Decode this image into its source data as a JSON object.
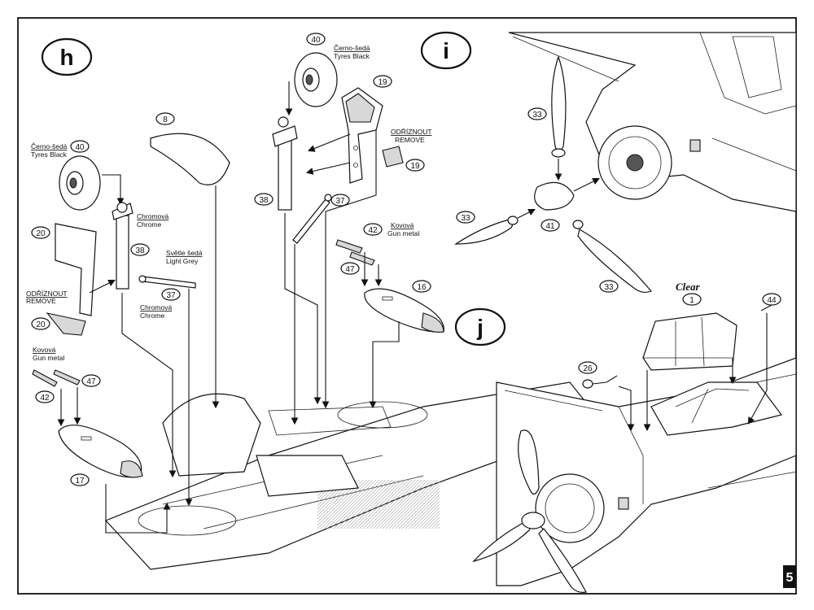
{
  "steps": {
    "h": "h",
    "i": "i",
    "j": "j"
  },
  "labels": {
    "tyres_cz": "Černo-šedá",
    "tyres_en": "Tyres Black",
    "chrome_cz": "Chromová",
    "chrome_en": "Chrome",
    "lightgrey_cz": "Světle šedá",
    "lightgrey_en": "Light Grey",
    "remove_cz": "ODŘÍZNOUT",
    "remove_en": "REMOVE",
    "gunmetal_cz": "Kovová",
    "gunmetal_en": "Gun metal",
    "clear": "Clear"
  },
  "parts": {
    "p40a": "40",
    "p40b": "40",
    "p8": "8",
    "p19a": "19",
    "p19b": "19",
    "p38a": "38",
    "p38b": "38",
    "p37a": "37",
    "p37b": "37",
    "p20a": "20",
    "p20b": "20",
    "p42a": "42",
    "p42b": "42",
    "p47a": "47",
    "p47b": "47",
    "p16": "16",
    "p17": "17",
    "p33a": "33",
    "p33b": "33",
    "p33c": "33",
    "p41": "41",
    "p1": "1",
    "p44": "44",
    "p26": "26"
  },
  "page_number": "5"
}
